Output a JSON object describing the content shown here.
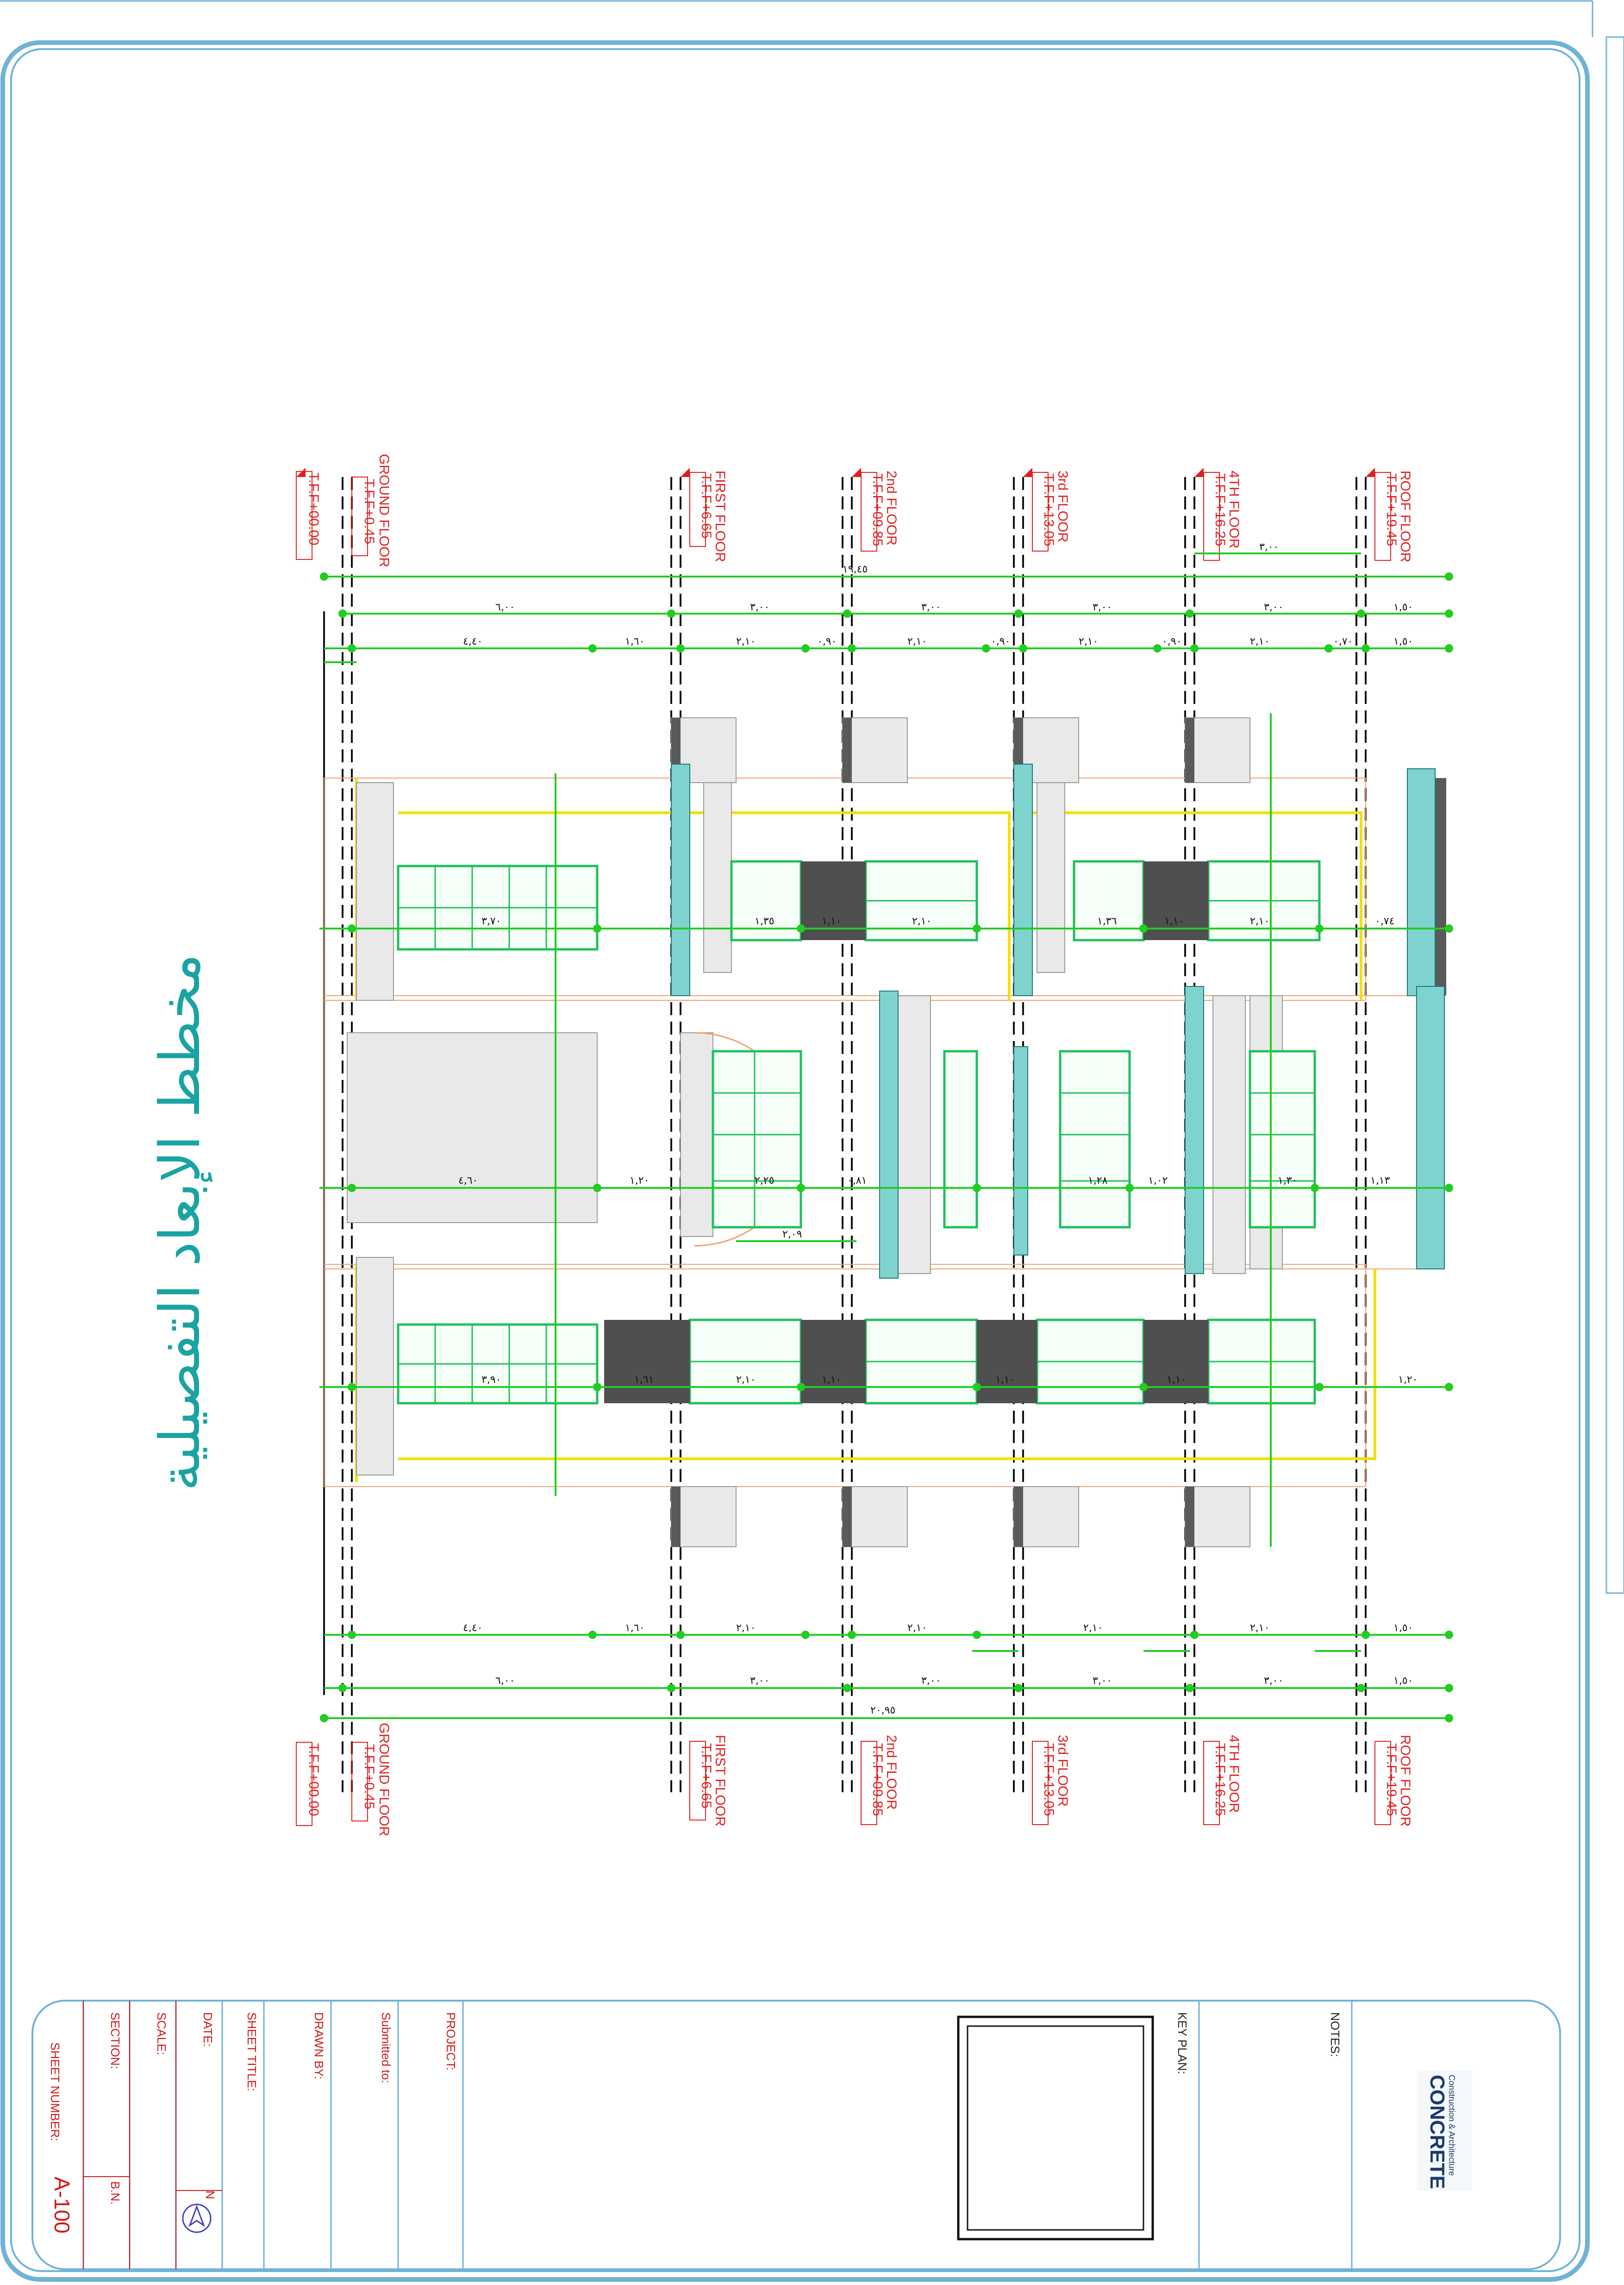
{
  "drawing": {
    "title": "مخطط الإبعاد التفصيلية",
    "overall_top": "١٩,٤٥",
    "overall_bottom": "٢٠,٩٥",
    "levels": [
      {
        "name": "GROUND FLOOR",
        "tff": "T.F.F+0.45",
        "base": "T.F.F+00.00"
      },
      {
        "name": "FIRST FLOOR",
        "tff": "T.F.F+6.65"
      },
      {
        "name": "2nd FLOOR",
        "tff": "T.F.F+09.85"
      },
      {
        "name": "3rd FLOOR",
        "tff": "T.F.F+13.05"
      },
      {
        "name": "4TH FLOOR",
        "tff": "T.F.F+16.25"
      },
      {
        "name": "ROOF FLOOR",
        "tff": "T.F.F+19.45"
      }
    ],
    "dims_row1": [
      "٦,٠٠",
      "٣,٠٠",
      "٣,٠٠",
      "٣,٠٠",
      "٣,٠٠",
      "١,٥٠"
    ],
    "dims_row2": [
      "٤,٤٠",
      "١,٦٠",
      "٢,١٠",
      "٠,٩٠",
      "٢,١٠",
      "٠,٩٠",
      "٢,١٠",
      "٠,٩٠",
      "٢,١٠",
      "٠,٧٠",
      "١,٥٠"
    ],
    "dims_mid1": [
      "٣,٧٠",
      "١,٣٥",
      "١,١٠",
      "٢,١٠",
      "١,٣٦",
      "١,١٠",
      "٢,١٠",
      "٠,٧٤"
    ],
    "dims_mid2": [
      "٤,٦٠",
      "١,٢٠",
      "٢,٢٥",
      "٠,٨١",
      "١,٢٨",
      "١,٠٢",
      "١,٣٠",
      "١,١٣"
    ],
    "dims_mid3": [
      "٣,٩٠",
      "١,٦١",
      "٢,١٠",
      "١,١٠",
      "١,١٠",
      "١,١٠",
      "١,٢٠"
    ],
    "dim_arc": "٢,٠٩",
    "dim_top_small": "٣,٠٠"
  },
  "titleblock": {
    "notes_label": "NOTES:",
    "keyplan_label": "KEY PLAN:",
    "project_label": "PROJECT:",
    "submitted_label": "Submitted to:",
    "drawnby_label": "DRAWN BY:",
    "sheettitle_label": "SHEET TITLE:",
    "date_label": "DATE:",
    "scale_label": "SCALE:",
    "section_label": "SECTION:",
    "sheetnumber_label": "SHEET NUMBER:",
    "bn": "B.N.",
    "sheet_number": "A-100",
    "north": "N",
    "logo_name": "CONCRETE",
    "logo_tagline": "Construction & Architecture"
  },
  "colors": {
    "frame": "#6fb3d6",
    "dimension": "#22cc22",
    "level": "#e02020",
    "title": "#1aa3a3",
    "window": "#1fbf5f"
  }
}
